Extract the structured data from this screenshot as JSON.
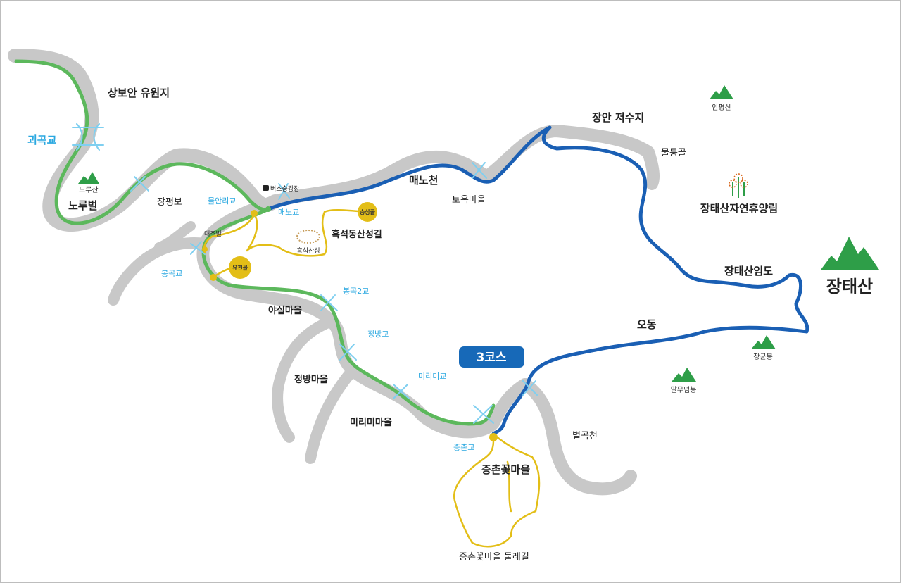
{
  "colors": {
    "river": "#c8c8c8",
    "green_trail": "#5cb85c",
    "blue_trail": "#1a5fb4",
    "yellow_trail": "#e3be17",
    "bridge_text": "#2aa8e0",
    "peak_green": "#2e9e48",
    "badge": "#1769b8"
  },
  "labels": {
    "sangboan": "상보안 유원지",
    "goegokgyo": "괴곡교",
    "norusan": "노루산",
    "norubeol": "노루벌",
    "jangpyeongbo": "장평보",
    "mulanrigyo": "물안리교",
    "bus": "버스승강장",
    "maenogyo": "매노교",
    "daechubeol": "대추벌",
    "seungsanggol": "승상골",
    "heukseoksanseong": "흑석산성",
    "heukseok_trail": "흑석동산성길",
    "yuchengol": "유천골",
    "bonggokgyo": "봉곡교",
    "bonggok2gyo": "봉곡2교",
    "yasil": "야실마을",
    "jeongbanggyo": "정방교",
    "jeongbang": "정방마을",
    "mirimigyo": "미리미교",
    "mirimi": "미리미마을",
    "jeungchongyo": "증촌교",
    "jeungchon": "증촌꽃마을",
    "jeungchon_trail": "증촌꽃마을 둘레길",
    "beolgokcheon": "벌곡천",
    "maenocheon": "매노천",
    "toeok": "토옥마을",
    "jangan_reservoir": "장안 저수지",
    "mulgteunggol": "물퉁골",
    "anpyeongsan": "안평산",
    "recreation_forest": "장태산자연휴양림",
    "imdo": "장태산임도",
    "jangtaesan": "장태산",
    "odong": "오동",
    "janggunbong": "장군봉",
    "malmudeombong": "말무덤봉",
    "course": "3코스"
  }
}
